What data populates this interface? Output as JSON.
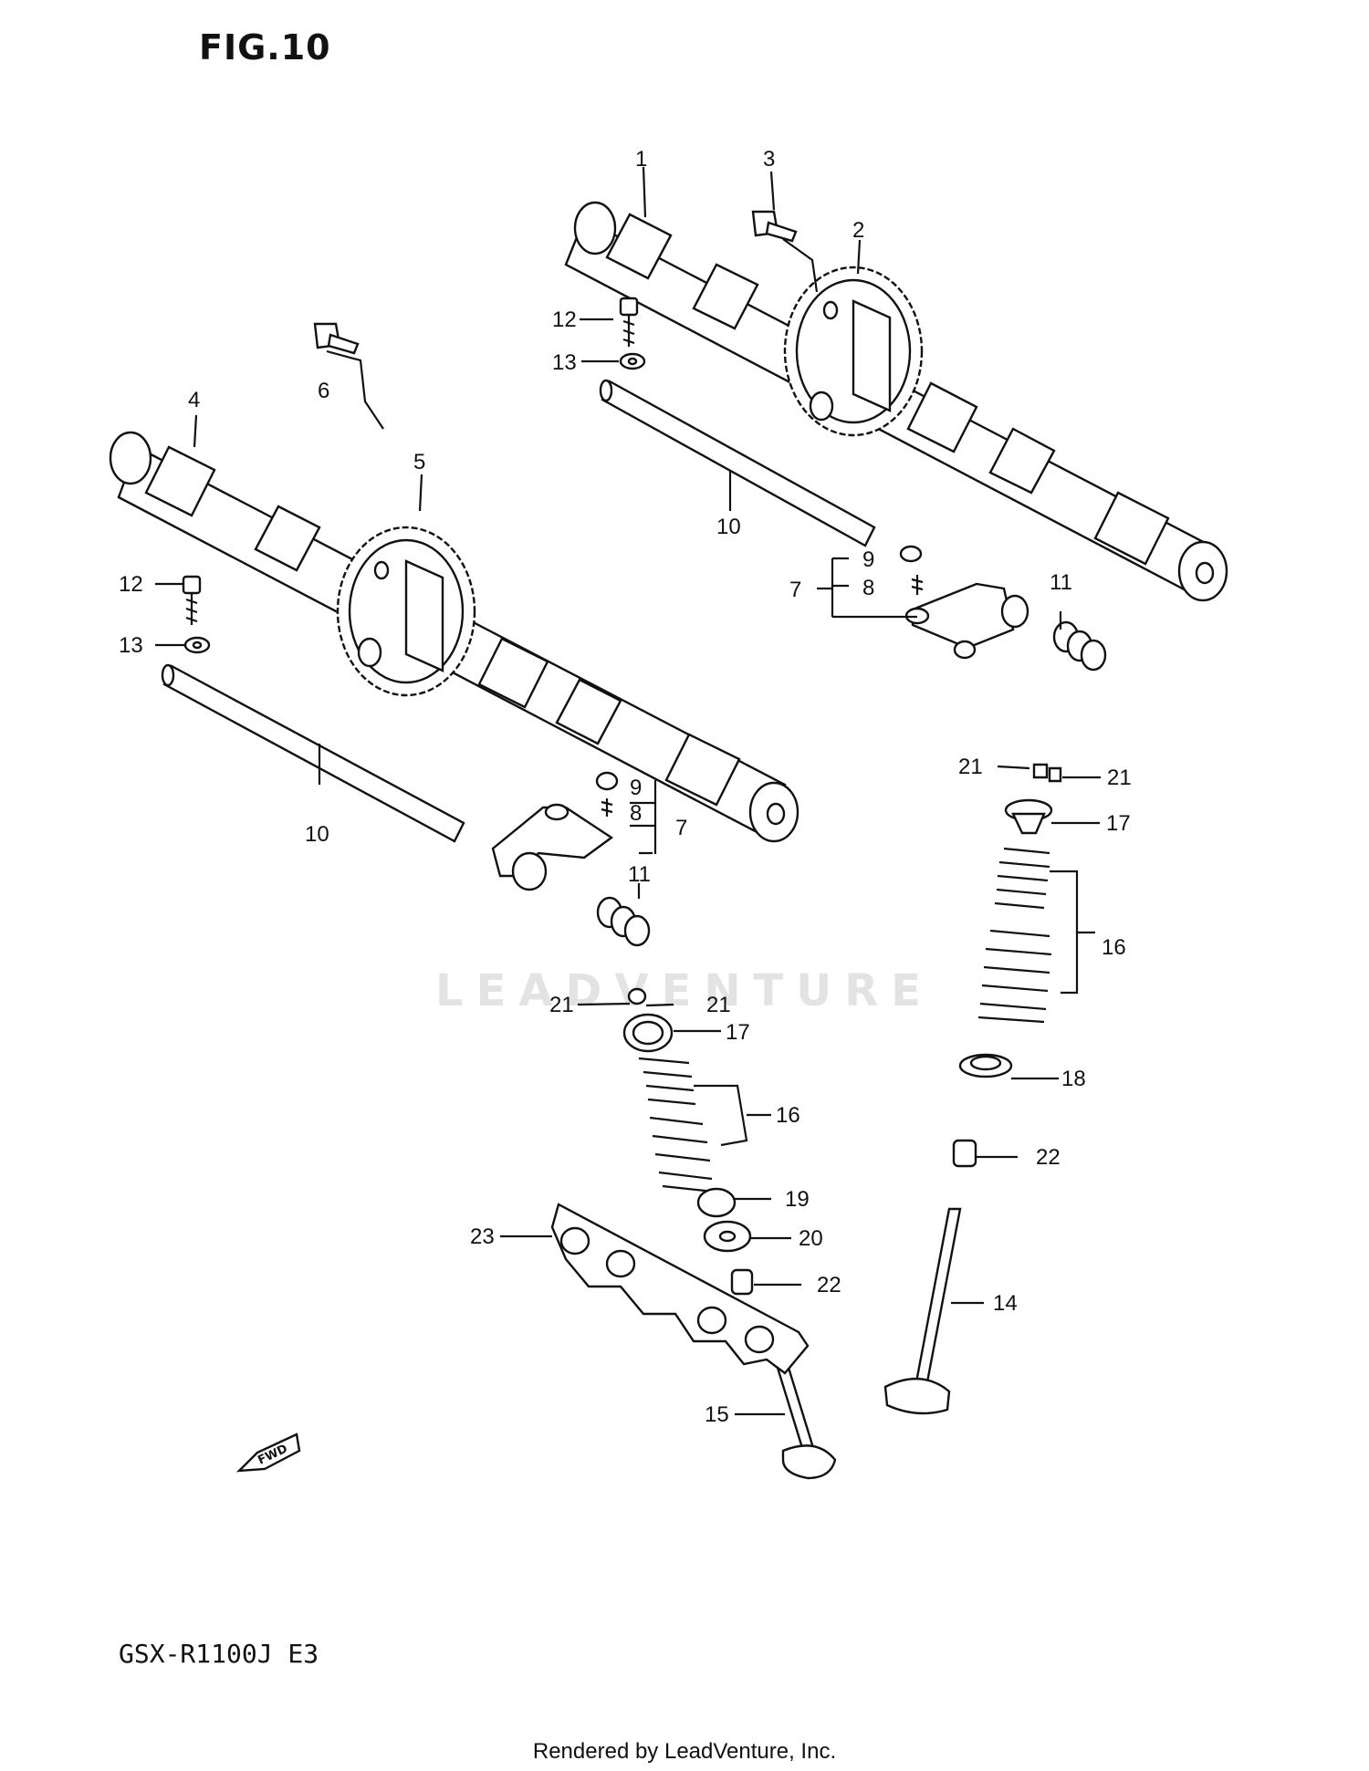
{
  "figure": {
    "title": "FIG.10",
    "model": "GSX-R1100J E3",
    "footer": "Rendered by LeadVenture, Inc.",
    "watermark": "LEADVENTURE",
    "fwd_marker": "FWD"
  },
  "callouts": [
    {
      "id": "c1",
      "text": "1"
    },
    {
      "id": "c2",
      "text": "2"
    },
    {
      "id": "c3",
      "text": "3"
    },
    {
      "id": "c4",
      "text": "4"
    },
    {
      "id": "c5",
      "text": "5"
    },
    {
      "id": "c6",
      "text": "6"
    },
    {
      "id": "c7a",
      "text": "7"
    },
    {
      "id": "c7b",
      "text": "7"
    },
    {
      "id": "c8a",
      "text": "8"
    },
    {
      "id": "c8b",
      "text": "8"
    },
    {
      "id": "c9a",
      "text": "9"
    },
    {
      "id": "c9b",
      "text": "9"
    },
    {
      "id": "c10a",
      "text": "10"
    },
    {
      "id": "c10b",
      "text": "10"
    },
    {
      "id": "c11a",
      "text": "11"
    },
    {
      "id": "c11b",
      "text": "11"
    },
    {
      "id": "c12a",
      "text": "12"
    },
    {
      "id": "c12b",
      "text": "12"
    },
    {
      "id": "c13a",
      "text": "13"
    },
    {
      "id": "c13b",
      "text": "13"
    },
    {
      "id": "c14",
      "text": "14"
    },
    {
      "id": "c15",
      "text": "15"
    },
    {
      "id": "c16a",
      "text": "16"
    },
    {
      "id": "c16b",
      "text": "16"
    },
    {
      "id": "c17a",
      "text": "17"
    },
    {
      "id": "c17b",
      "text": "17"
    },
    {
      "id": "c18",
      "text": "18"
    },
    {
      "id": "c19",
      "text": "19"
    },
    {
      "id": "c20",
      "text": "20"
    },
    {
      "id": "c21a",
      "text": "21"
    },
    {
      "id": "c21b",
      "text": "21"
    },
    {
      "id": "c21c",
      "text": "21"
    },
    {
      "id": "c21d",
      "text": "21"
    },
    {
      "id": "c22a",
      "text": "22"
    },
    {
      "id": "c22b",
      "text": "22"
    },
    {
      "id": "c23",
      "text": "23"
    }
  ]
}
